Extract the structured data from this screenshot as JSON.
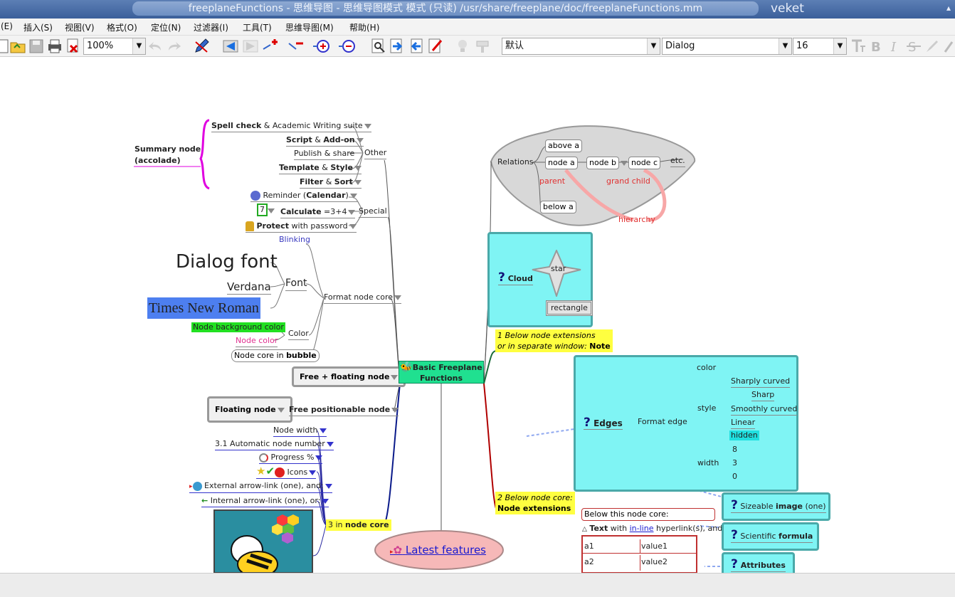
{
  "window": {
    "title": "freeplaneFunctions - 思维导图 - 思维导图模式 模式 (只读) /usr/share/freeplane/doc/freeplaneFunctions.mm",
    "app_label": "veket"
  },
  "menu": [
    "(E)",
    "插入(S)",
    "视图(V)",
    "格式(O)",
    "定位(N)",
    "过滤器(I)",
    "工具(T)",
    "思维导图(M)",
    "帮助(H)"
  ],
  "toolbar": {
    "zoom": "100%",
    "style": "默认",
    "font": "Dialog",
    "size": "16",
    "icons": [
      "new-icon",
      "open-icon",
      "save-icon",
      "print-icon",
      "close-icon",
      "undo-icon",
      "redo-icon",
      "edit-link-icon",
      "nav-prev-icon",
      "nav-next-icon",
      "add-child-icon",
      "remove-icon",
      "fold-icon",
      "unfold-icon",
      "find-icon",
      "goto-back-icon",
      "goto-forward-icon",
      "properties-icon",
      "bulb-icon",
      "format-painter-icon",
      "text-style-icon",
      "bold-icon",
      "italic-icon",
      "strike-icon",
      "brush-icon"
    ]
  },
  "map": {
    "root": "Basic Freeplane Functions",
    "summary": "Summary node\n(accolade)",
    "other": {
      "label": "Other",
      "spell": "Spell check",
      "spell_rest": " & Academic Writing suite",
      "script": "Script",
      "script_amp": " & ",
      "addon": "Add-on",
      "publish": "Publish & share",
      "template": "Template",
      "template_amp": " & ",
      "style": "Style",
      "filter": "Filter",
      "filter_amp": " & ",
      "sort": "Sort"
    },
    "special": {
      "label": "Special",
      "reminder_a": "Reminder (",
      "reminder_b": "Calendar",
      "reminder_c": ")",
      "calc_num": "7",
      "calc_a": "Calculate",
      "calc_b": " =3+4",
      "protect_a": "Protect",
      "protect_b": " with password"
    },
    "format": {
      "label": "Format node core",
      "blinking": "Blinking",
      "font_label": "Font",
      "dialog_font": "Dialog font",
      "verdana": "Verdana",
      "tnr": "Times New Roman",
      "color_label": "Color",
      "bg_color": "Node background color",
      "node_color": "Node color",
      "bubble_a": "Node core in ",
      "bubble_b": "bubble"
    },
    "free_floating": "Free + floating node",
    "floating": "Floating node",
    "free_positionable": "Free positionable node",
    "core_items": [
      "Node width",
      "3.1 Automatic node number",
      "Progress %",
      "Icons",
      "External arrow-link (one), and:",
      "Internal arrow-link (one), or:"
    ],
    "in_node_core_a": "3 in ",
    "in_node_core_b": "node core",
    "latest": "Latest features",
    "relations": {
      "label": "Relations",
      "above": "above a",
      "node_a": "node a",
      "node_b": "node b",
      "node_c": "node c",
      "etc": "etc.",
      "parent": "parent",
      "grand_child": "grand child",
      "below": "below a",
      "hierarchy": "hierarchy"
    },
    "cloud": {
      "label": "Cloud",
      "star": "star",
      "rectangle": "rectangle"
    },
    "note": {
      "line1": "1 Below node extensions",
      "line2": "or in separate window: ",
      "line2b": "Note"
    },
    "edges": {
      "label": "Edges",
      "format_edge": "Format edge",
      "color": "color",
      "style": "style",
      "width": "width",
      "styles": [
        "Sharply curved",
        "Sharp",
        "Smoothly curved",
        "Linear",
        "hidden"
      ],
      "widths": [
        "8",
        "3",
        "0"
      ]
    },
    "extensions": {
      "line1": "2 Below node core:",
      "line2": "Node extensions"
    },
    "below_core": "Below this node core:",
    "text_a": "Text",
    "text_b": " with ",
    "text_c": "in-line",
    "text_d": " hyperlink(s), and:",
    "attributes_table": [
      [
        "a1",
        "value1"
      ],
      [
        "a2",
        "value2"
      ]
    ],
    "sizeable_a": "Sizeable ",
    "sizeable_b": "image",
    "sizeable_c": " (one)",
    "sci_a": "Scientific ",
    "sci_b": "formula",
    "attributes": "Attributes"
  }
}
